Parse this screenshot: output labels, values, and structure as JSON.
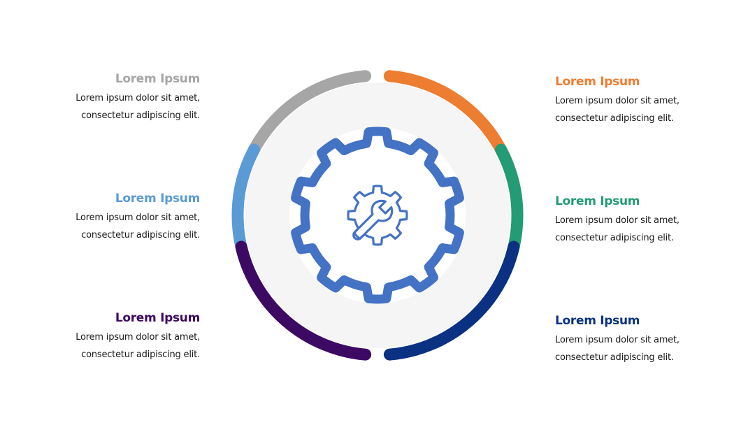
{
  "items": [
    {
      "title": "Lorem Ipsum",
      "line1": "Lorem ipsum dolor sit amet,",
      "line2": "consectetur adipiscing elit.",
      "color": "#a6a6a6"
    },
    {
      "title": "Lorem Ipsum",
      "line1": "Lorem ipsum dolor sit amet,",
      "line2": "consectetur adipiscing elit.",
      "color": "#5b9bd5"
    },
    {
      "title": "Lorem Ipsum",
      "line1": "Lorem ipsum dolor sit amet,",
      "line2": "consectetur adipiscing elit.",
      "color": "#3d0a63"
    },
    {
      "title": "Lorem Ipsum",
      "line1": "Lorem ipsum dolor sit amet,",
      "line2": "consectetur adipiscing elit.",
      "color": "#ed7d31"
    },
    {
      "title": "Lorem Ipsum",
      "line1": "Lorem ipsum dolor sit amet,",
      "line2": "consectetur adipiscing elit.",
      "color": "#239b75"
    },
    {
      "title": "Lorem Ipsum",
      "line1": "Lorem ipsum dolor sit amet,",
      "line2": "consectetur adipiscing elit.",
      "color": "#0a3182"
    }
  ],
  "colors": {
    "gear": "#4472c4",
    "ring_background": "#f5f5f5"
  },
  "center_icon": "gear-wrench-icon"
}
